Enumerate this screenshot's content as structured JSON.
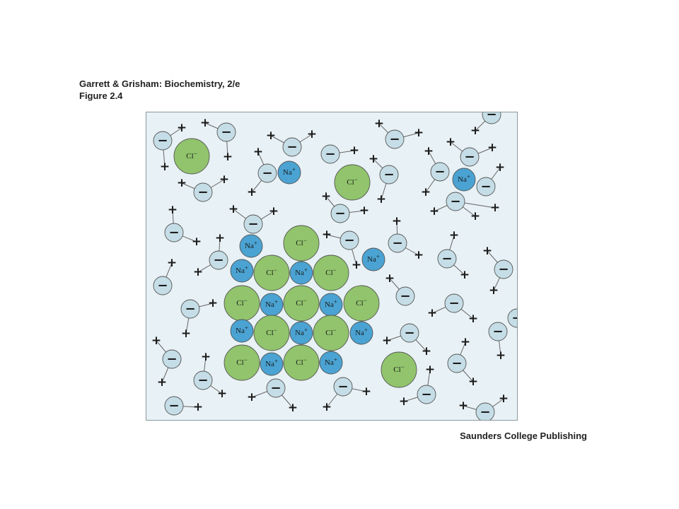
{
  "header": {
    "book": "Garrett & Grisham: Biochemistry, 2/e",
    "figure": "Figure 2.4"
  },
  "footer": {
    "publisher": "Saunders College Publishing"
  },
  "labels": {
    "chloride": "Cl−",
    "sodium": "Na+",
    "positive": "+",
    "negative": "−"
  },
  "colors": {
    "background": "#e8f1f5",
    "water_oxygen": "#c5dde6",
    "sodium_ion": "#4aa3d2",
    "chloride_ion": "#91c46c",
    "outline": "#555555"
  }
}
